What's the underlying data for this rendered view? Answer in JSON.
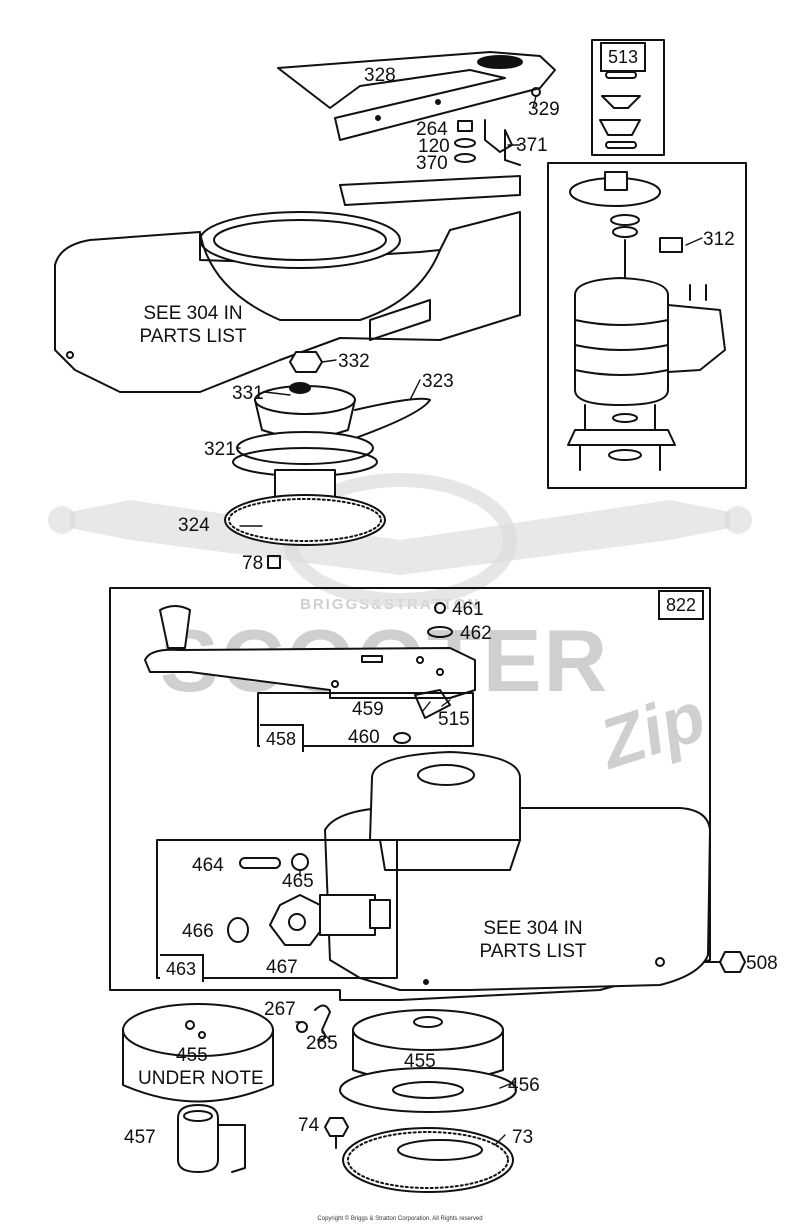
{
  "colors": {
    "ink": "#111111",
    "watermark": "#cfcfcf",
    "background": "#ffffff"
  },
  "watermark": {
    "brand": "SCOOTER",
    "script": "Zip",
    "badge": "BRIGGS&STRATTON"
  },
  "notes": {
    "upper_housing": "SEE 304 IN PARTS LIST",
    "lower_housing": "SEE 304 IN PARTS LIST",
    "gear_cup": "UNDER NOTE"
  },
  "kit_boxes": {
    "k513": "513",
    "k822": "822",
    "k458": "458",
    "k463": "463"
  },
  "parts": {
    "p328": "328",
    "p329": "329",
    "p264": "264",
    "p120": "120",
    "p370": "370",
    "p371": "371",
    "p312": "312",
    "p332": "332",
    "p331": "331",
    "p323": "323",
    "p321": "321",
    "p324": "324",
    "p78": "78",
    "p461": "461",
    "p462": "462",
    "p459": "459",
    "p515": "515",
    "p460": "460",
    "p464": "464",
    "p465": "465",
    "p466": "466",
    "p467": "467",
    "p508": "508",
    "p267": "267",
    "p265": "265",
    "p455a": "455",
    "p455b": "455",
    "p456": "456",
    "p457": "457",
    "p74": "74",
    "p73": "73"
  },
  "copyright": "Copyright © Briggs & Stratton Corporation. All Rights reserved"
}
